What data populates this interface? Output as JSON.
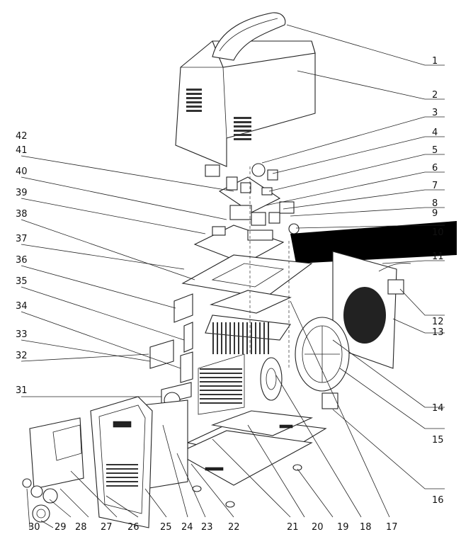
{
  "callouts": [
    "1",
    "2",
    "3",
    "4",
    "5",
    "6",
    "7",
    "8",
    "9",
    "10",
    "11",
    "12",
    "13",
    "14",
    "15",
    "16",
    "17",
    "18",
    "19",
    "20",
    "21",
    "22",
    "23",
    "24",
    "25",
    "26",
    "27",
    "28",
    "29",
    "30",
    "31",
    "32",
    "33",
    "34",
    "35",
    "36",
    "37",
    "38",
    "39",
    "40",
    "41",
    "42"
  ],
  "highlight": {
    "callout": "10",
    "color": "#000000"
  }
}
